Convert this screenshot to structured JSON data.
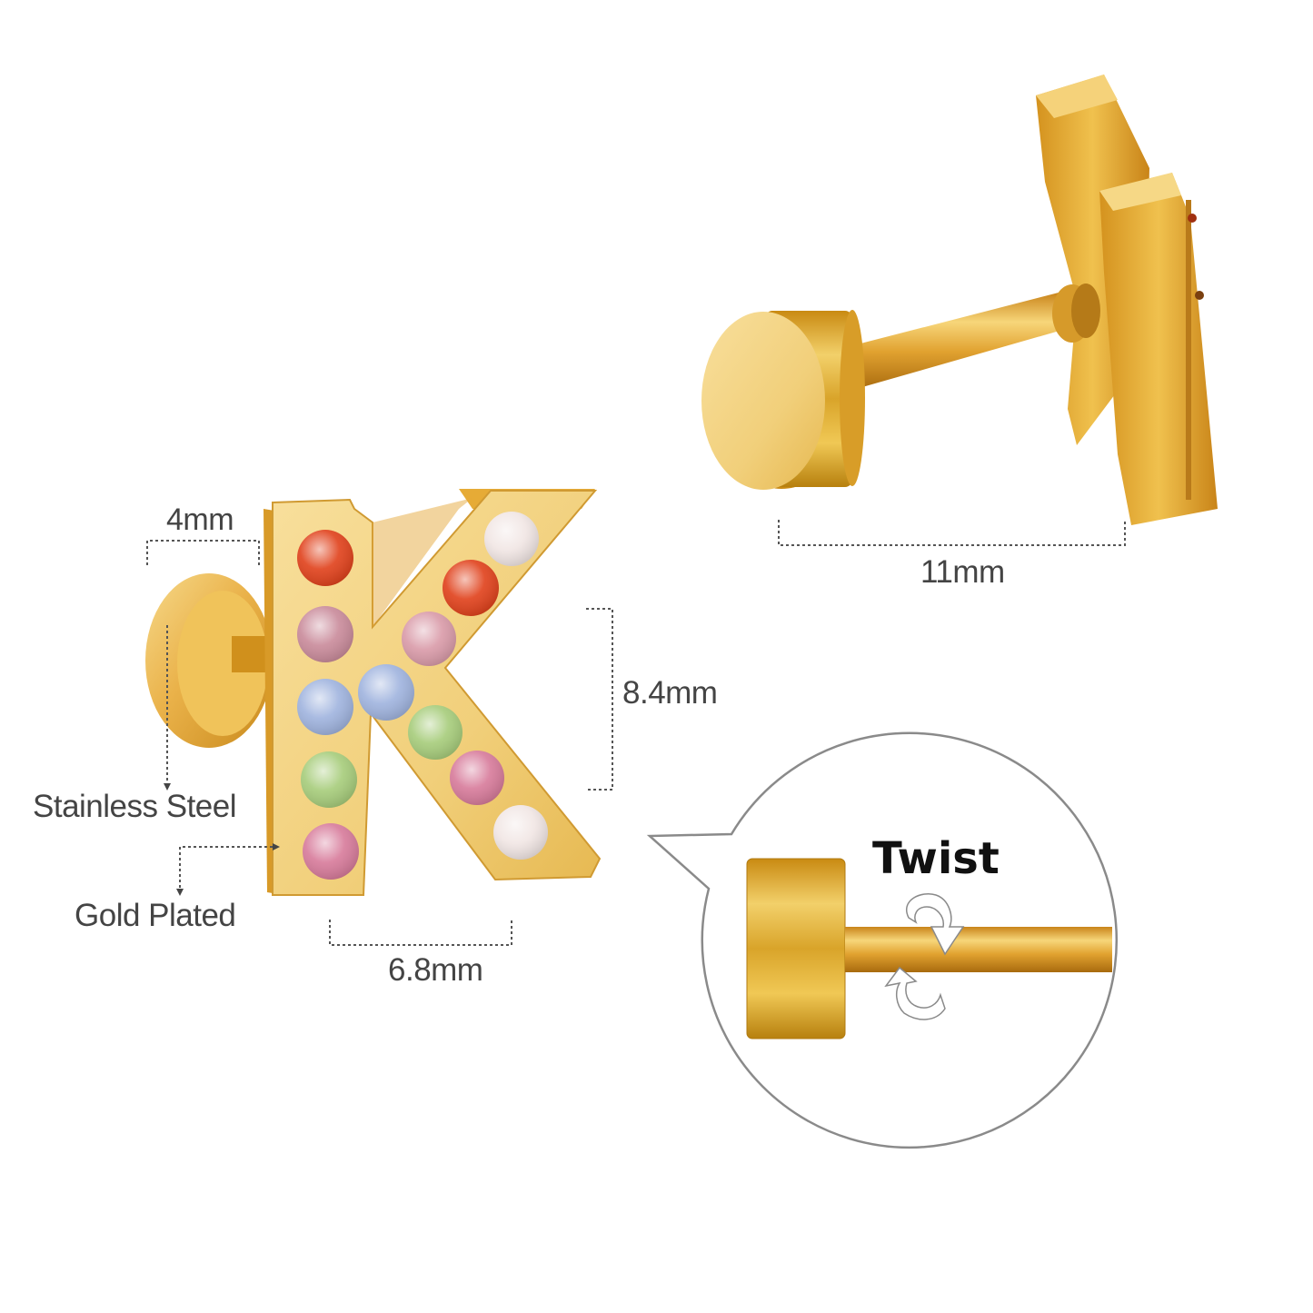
{
  "product": {
    "name": "Letter K screw-back stud earring",
    "letter": "K",
    "finish_color": "#e8b040",
    "stones": [
      {
        "row": 1,
        "position": "stem",
        "color": "#e0401a"
      },
      {
        "row": 2,
        "position": "stem",
        "color": "#c98a9a"
      },
      {
        "row": 3,
        "position": "stem",
        "color": "#9fb3de"
      },
      {
        "row": 4,
        "position": "stem",
        "color": "#a6cc7a"
      },
      {
        "row": 5,
        "position": "stem",
        "color": "#d77a9a"
      },
      {
        "row": 1,
        "position": "upper-arm",
        "color": "#f1e6e4"
      },
      {
        "row": 2,
        "position": "upper-arm",
        "color": "#e0401a"
      },
      {
        "row": 3,
        "position": "upper-arm",
        "color": "#d99aa8"
      },
      {
        "row": 4,
        "position": "center",
        "color": "#9fb3de"
      },
      {
        "row": 5,
        "position": "lower-leg",
        "color": "#a6cc7a"
      },
      {
        "row": 6,
        "position": "lower-leg",
        "color": "#d77a9a"
      },
      {
        "row": 7,
        "position": "lower-leg",
        "color": "#f1e6e4"
      }
    ]
  },
  "dimensions": {
    "back_thickness": "4mm",
    "height": "8.4mm",
    "width": "6.8mm",
    "post_length": "11mm"
  },
  "materials": {
    "base": "Stainless Steel",
    "plating": "Gold Plated"
  },
  "callout": {
    "title": "Twist",
    "icon": "rotate-arrows-icon"
  }
}
